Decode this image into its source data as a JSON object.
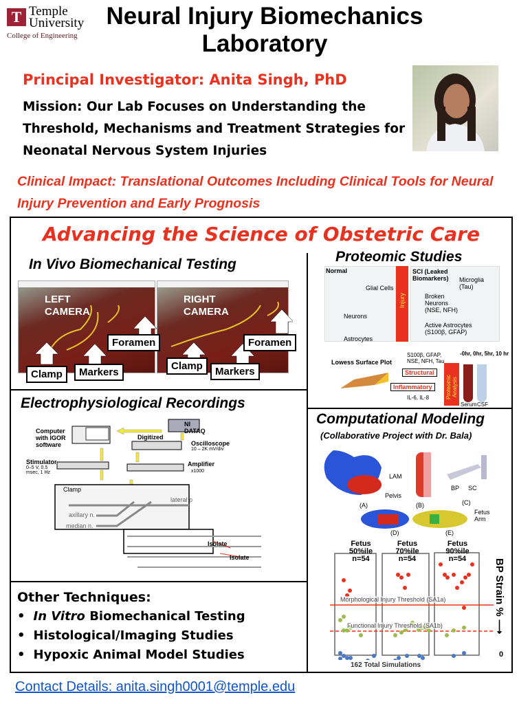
{
  "logo": {
    "name_line1": "Temple",
    "name_line2": "University",
    "college": "College of Engineering",
    "mark": "T"
  },
  "header": {
    "title": "Neural Injury Biomechanics Laboratory"
  },
  "pi": "Principal Investigator: Anita Singh, PhD",
  "mission": "Mission: Our Lab Focuses on Understanding the Threshold, Mechanisms and Treatment Strategies for Neonatal Nervous System Injuries",
  "clinical_impact": "Clinical Impact: Translational Outcomes Including Clinical Tools for Neural Injury Prevention and Early Prognosis",
  "banner": "Advancing the Science of Obstetric Care",
  "in_vivo": {
    "title": "In Vivo Biomechanical Testing",
    "left_camera": "LEFT CAMERA",
    "right_camera": "RIGHT CAMERA",
    "labels": {
      "clamp": "Clamp",
      "markers": "Markers",
      "foramen": "Foramen"
    }
  },
  "electro": {
    "title": "Electrophysiological Recordings",
    "computer": "Computer with IGOR software",
    "ni": "NI DATAQ",
    "digitized": "Digitized",
    "oscilloscope": "Oscilloscope",
    "osc_spec": "10 – 2K mV/div",
    "stimulator": "Stimulator",
    "stim_spec": "0–5 V, 0.5 msec, 1 Hz",
    "amplifier": "Amplifier",
    "amp_spec": "x1000",
    "clamp": "Clamp",
    "lateral": "lateral p",
    "axillary": "axillary n.",
    "median": "median n.",
    "isolate": "Isolate"
  },
  "other": {
    "title": "Other Techniques:",
    "items": [
      {
        "em": "In Vitro",
        "text": " Biomechanical Testing"
      },
      {
        "em": "",
        "text": "Histological/Imaging Studies"
      },
      {
        "em": "",
        "text": "Hypoxic Animal Model Studies"
      }
    ]
  },
  "proteomic": {
    "title": "Proteomic Studies",
    "normal": "Normal",
    "glial": "Glial Cells",
    "neurons": "Neurons",
    "astrocytes": "Astrocytes",
    "injury": "Injury",
    "sci": "SCI (Leaked Biomarkers)",
    "microglia": "Microglia (Tau)",
    "broken": "Broken Neurons (NSE, NFH)",
    "active": "Active Astrocytes (S100β, GFAP)",
    "times": "-0hr, 0hr, 5hr, 10 hr",
    "lowess": "Lowess Surface Plot",
    "markers_list": "S100β, GFAP, NSE, NFH, Tau",
    "structural": "Structural",
    "inflammatory": "Inflammatory",
    "il": "IL-6, IL-8",
    "analysis": "Proteomic Analysis",
    "serum": "Serum",
    "csf": "CSF"
  },
  "computational": {
    "title": "Computational Modeling",
    "subtitle": "(Collaborative Project with Dr. Bala)",
    "labels": {
      "lam": "LAM",
      "pelvis": "Pelvis",
      "bp": "BP",
      "sc": "SC",
      "fetus_arm": "Fetus Arm",
      "a": "(A)",
      "b": "(B)",
      "c": "(C)",
      "d": "(D)",
      "e": "(E)"
    },
    "groups": [
      "Fetus 50%ile n=54",
      "Fetus 70%ile n=54",
      "Fetus 90%ile n=54"
    ],
    "morph": "Morphological Injury Threshold (SA1a)",
    "func": "Functional Injury Threshold (SA1b)",
    "yaxis": "BP Strain % ⟶",
    "zero": "0",
    "total": "162 Total Simulations",
    "colors": {
      "red": "#e8321f",
      "green": "#9bbb4f",
      "blue": "#4a78c2"
    }
  },
  "contact": "Contact Details:  anita.singh0001@temple.edu"
}
